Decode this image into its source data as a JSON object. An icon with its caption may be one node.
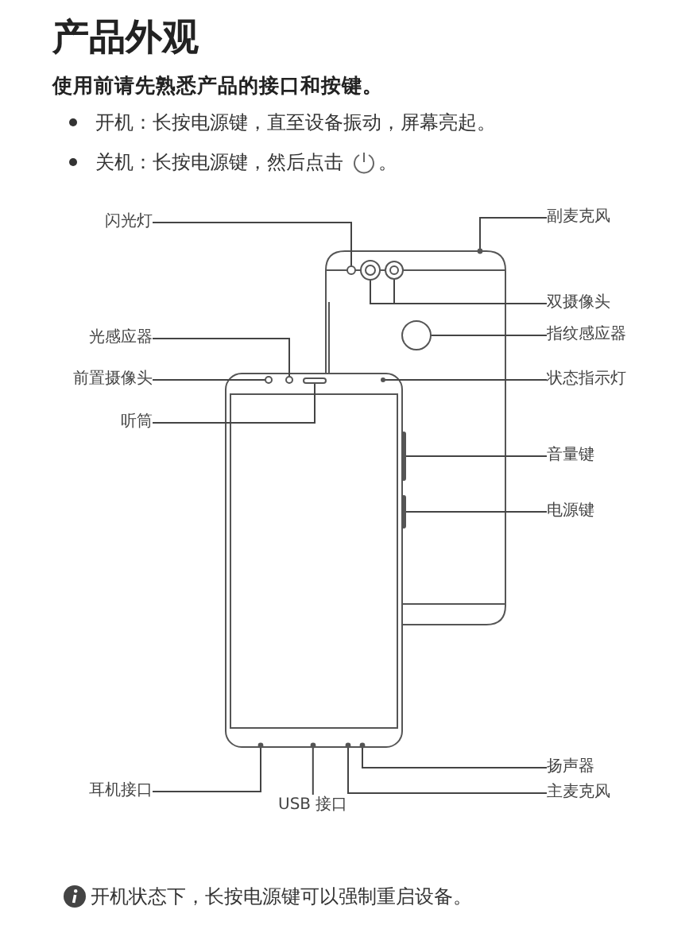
{
  "diagram": {
    "title": "产品外观",
    "nodes": [
      {
        "text": [
          "闪光灯"
        ]
      },
      {
        "text": [
          "副麦克风"
        ]
      },
      {
        "text": [
          "双摄像头"
        ]
      },
      {
        "text": [
          "指纹感应器"
        ]
      },
      {
        "text": [
          "光感应器"
        ]
      },
      {
        "text": [
          "前置摄像头"
        ]
      },
      {
        "text": [
          "状态指示灯"
        ]
      },
      {
        "text": [
          "听筒"
        ]
      },
      {
        "text": [
          "音量键"
        ]
      },
      {
        "text": [
          "电源键"
        ]
      },
      {
        "text": [
          "扬声器"
        ]
      },
      {
        "text": [
          "耳机接口"
        ]
      },
      {
        "text": [
          "主麦克风"
        ]
      },
      {
        "text": [
          "USB 接口"
        ]
      },
      {
        "text": [],
        "shape": "circle"
      },
      {
        "text": [],
        "shape": "circle"
      },
      {
        "text": [],
        "shape": "circle"
      },
      {
        "text": [],
        "shape": "circle"
      },
      {
        "text": [],
        "shape": "circle"
      },
      {
        "text": [],
        "shape": "circle"
      },
      {
        "text": [],
        "shape": "circle"
      },
      {
        "text": [],
        "shape": "circle"
      },
      {
        "text": [],
        "shape": "bar"
      },
      {
        "text": [],
        "shape": "bar"
      },
      {
        "text": [],
        "shape": "bar"
      },
      {
        "text": [],
        "shape": "circle"
      },
      {
        "text": [],
        "shape": "circle"
      },
      {
        "text": [],
        "shape": "circle"
      },
      {
        "text": [],
        "shape": "circle"
      }
    ],
    "edges": [
      {
        "from": 0,
        "to": 15,
        "arrow": "none"
      },
      {
        "from": 1,
        "to": 14,
        "arrow": "none"
      },
      {
        "from": 2,
        "to": 17,
        "arrow": "none"
      },
      {
        "from": 2,
        "to": 16,
        "arrow": "none"
      },
      {
        "from": 3,
        "to": 18,
        "arrow": "none"
      },
      {
        "from": 4,
        "to": 20,
        "arrow": "none"
      },
      {
        "from": 5,
        "to": 19,
        "arrow": "none"
      },
      {
        "from": 6,
        "to": 21,
        "arrow": "none"
      },
      {
        "from": 7,
        "to": 22,
        "arrow": "none"
      },
      {
        "from": 8,
        "to": 23,
        "arrow": "none"
      },
      {
        "from": 9,
        "to": 24,
        "arrow": "none"
      },
      {
        "from": 10,
        "to": 28,
        "arrow": "none"
      },
      {
        "from": 11,
        "to": 25,
        "arrow": "none"
      },
      {
        "from": 12,
        "to": 27,
        "arrow": "none"
      },
      {
        "from": 13,
        "to": 26,
        "arrow": "none"
      }
    ],
    "labels": [
      "使用前请先熟悉产品的接口和按键。",
      "开机：长按电源键，直至设备振动，屏幕亮起。",
      "关机：长按电源键，然后点击",
      "。",
      "开机状态下，长按电源键可以强制重启设备。"
    ]
  }
}
